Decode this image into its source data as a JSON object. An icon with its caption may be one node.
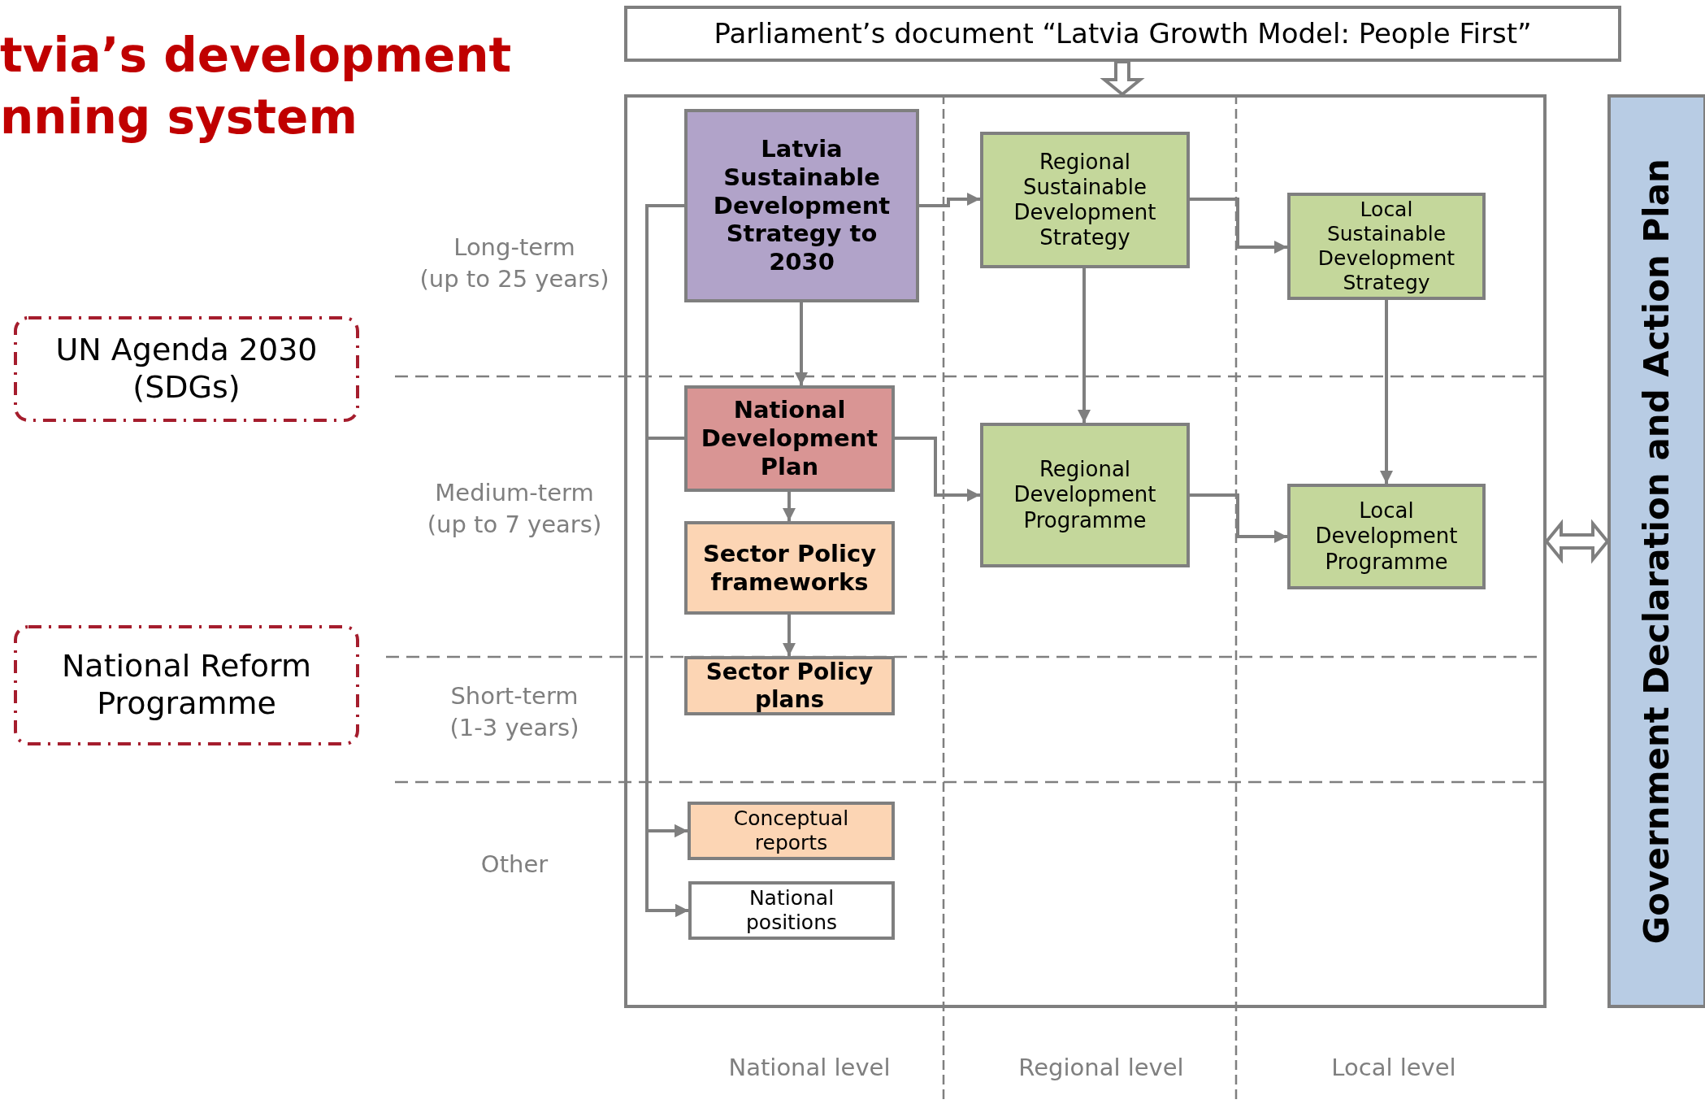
{
  "diagram": {
    "title": "tvia’s development nning system",
    "nodes": [
      {
        "text": [
          "Parliament’s document “Latvia Growth Model: People First”"
        ]
      },
      {
        "text": [],
        "shape": "box"
      },
      {
        "text": [
          "Latvia Sustainable Development Strategy to 2030"
        ],
        "in": 1
      },
      {
        "text": [
          "Regional Sustainable Development Strategy"
        ],
        "in": 1
      },
      {
        "text": [
          "Local Sustainable Development Strategy"
        ],
        "in": 1
      },
      {
        "text": [
          "National Development Plan"
        ],
        "in": 1
      },
      {
        "text": [
          "Regional Development Programme"
        ],
        "in": 1
      },
      {
        "text": [
          "Local Development Programme"
        ],
        "in": 1
      },
      {
        "text": [
          "Sector Policy frameworks"
        ],
        "in": 1
      },
      {
        "text": [
          "Sector Policy plans"
        ],
        "in": 1
      },
      {
        "text": [
          "Conceptual reports"
        ],
        "in": 1
      },
      {
        "text": [
          "National positions"
        ],
        "in": 1
      },
      {
        "text": [
          "UN Agenda 2030 (SDGs)"
        ]
      },
      {
        "text": [
          "National Reform Programme"
        ]
      },
      {
        "text": [
          "Government Declaration and Action Plan"
        ]
      }
    ],
    "edges": [
      {
        "from": 0,
        "to": 1,
        "arrow": "to",
        "style": "thick"
      },
      {
        "from": 1,
        "to": 14,
        "arrow": "both",
        "style": "thick"
      },
      {
        "from": 2,
        "to": 3,
        "arrow": "to"
      },
      {
        "from": 3,
        "to": 4,
        "arrow": "to"
      },
      {
        "from": 2,
        "to": 5,
        "arrow": "to"
      },
      {
        "from": 3,
        "to": 6,
        "arrow": "to"
      },
      {
        "from": 4,
        "to": 7,
        "arrow": "to"
      },
      {
        "from": 5,
        "to": 6,
        "arrow": "to"
      },
      {
        "from": 6,
        "to": 7,
        "arrow": "to"
      },
      {
        "from": 5,
        "to": 8,
        "arrow": "to"
      },
      {
        "from": 8,
        "to": 9,
        "arrow": "to"
      },
      {
        "from": 2,
        "to": 10,
        "arrow": "to"
      },
      {
        "from": 2,
        "to": 11,
        "arrow": "to"
      },
      {
        "from": 5,
        "to": 10,
        "arrow": "to"
      },
      {
        "from": 5,
        "to": 11,
        "arrow": "to"
      }
    ],
    "labels": [
      "Long-term (up to 25 years)",
      "Medium-term (up to 7 years)",
      "Short-term (1-3 years)",
      "Other",
      "National level",
      "Regional level",
      "Local level"
    ]
  }
}
